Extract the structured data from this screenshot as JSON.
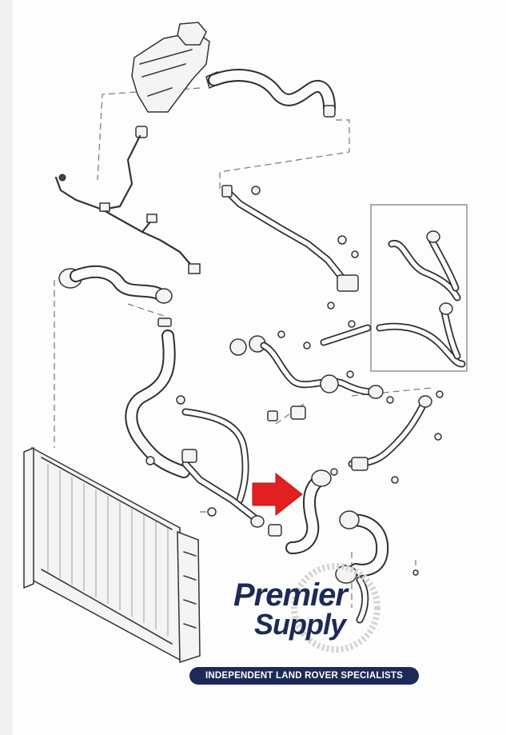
{
  "logo": {
    "line1": "Premier",
    "line2": "Supply",
    "tagline": "INDEPENDENT LAND ROVER SPECIALISTS",
    "color": "#1d2a57"
  },
  "arrow": {
    "color": "#e32020",
    "icon": "right-arrow-icon"
  },
  "diagram": {
    "parts": [
      "expansion-tank",
      "radiator",
      "coolant-hoses",
      "coolant-pipe",
      "sensor-harness",
      "clips",
      "bolts"
    ]
  }
}
